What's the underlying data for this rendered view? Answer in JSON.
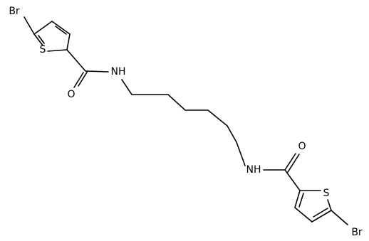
{
  "molecule": {
    "atom_labels": {
      "br_top": "Br",
      "s_top": "S",
      "o_top": "O",
      "nh_top": "NH",
      "nh_bottom": "NH",
      "o_bottom": "O",
      "s_bottom": "S",
      "br_bottom": "Br"
    },
    "colors": {
      "bond": "#000000",
      "label": "#000000",
      "background": "#ffffff"
    }
  }
}
